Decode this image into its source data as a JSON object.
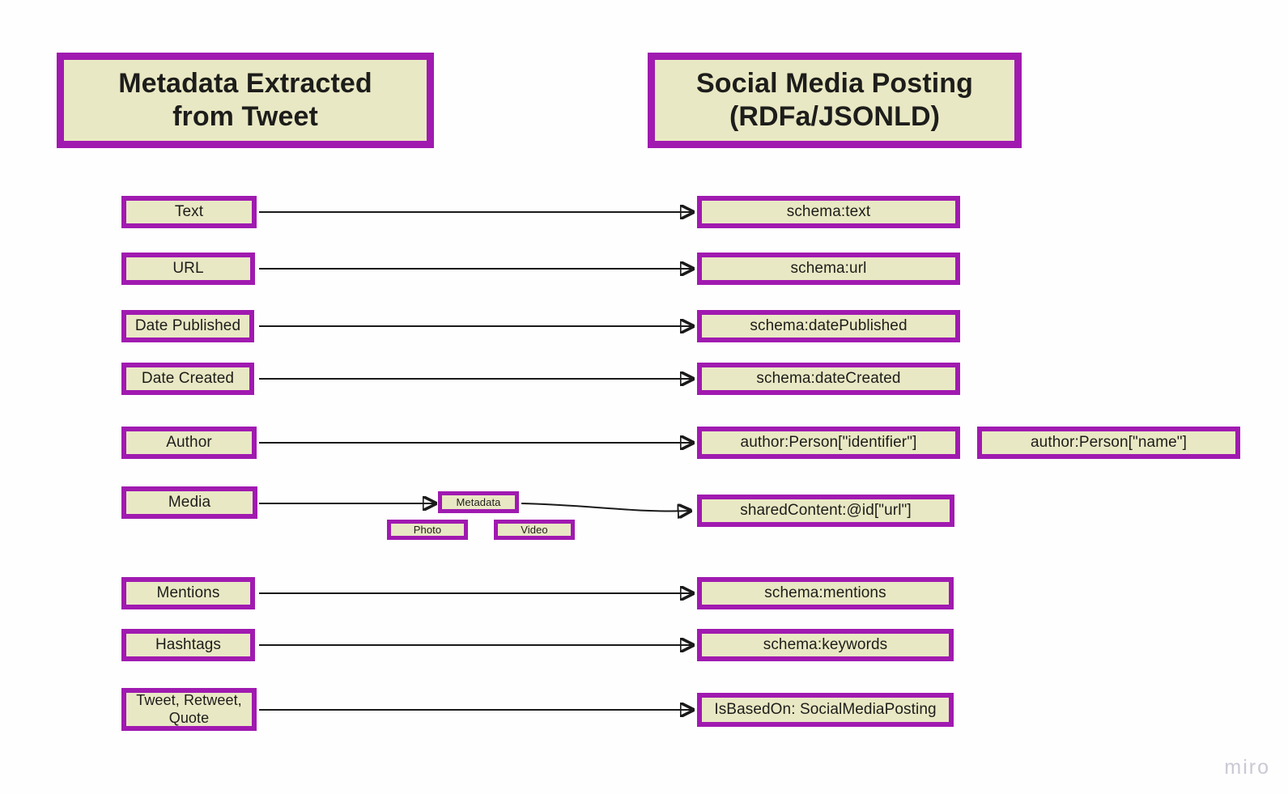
{
  "diagram": {
    "title_left": "Metadata Extracted\nfrom Tweet",
    "title_right": "Social Media Posting\n(RDFa/JSONLD)",
    "background_color": "#fefefe",
    "node_fill_color": "#e9e8c4",
    "node_border_color": "#a01ab0",
    "text_color": "#1d1d1b",
    "connector_color": "#1a1a1a"
  },
  "headers": {
    "left": {
      "line1": "Metadata Extracted",
      "line2": "from Tweet"
    },
    "right": {
      "line1": "Social Media Posting",
      "line2": "(RDFa/JSONLD)"
    }
  },
  "left_column": [
    {
      "id": "text",
      "label": "Text"
    },
    {
      "id": "url",
      "label": "URL"
    },
    {
      "id": "datepub",
      "label": "Date Published"
    },
    {
      "id": "datecre",
      "label": "Date Created"
    },
    {
      "id": "author",
      "label": "Author"
    },
    {
      "id": "media",
      "label": "Media"
    },
    {
      "id": "mentions",
      "label": "Mentions"
    },
    {
      "id": "hashtags",
      "label": "Hashtags"
    },
    {
      "id": "tweet",
      "label_line1": "Tweet, Retweet,",
      "label_line2": "Quote"
    }
  ],
  "middle_column": [
    {
      "id": "metadata",
      "label": "Metadata"
    },
    {
      "id": "photo",
      "label": "Photo"
    },
    {
      "id": "video",
      "label": "Video"
    }
  ],
  "right_column": [
    {
      "id": "schema_text",
      "label": "schema:text"
    },
    {
      "id": "schema_url",
      "label": "schema:url"
    },
    {
      "id": "schema_datepub",
      "label": "schema:datePublished"
    },
    {
      "id": "schema_datecre",
      "label": "schema:dateCreated"
    },
    {
      "id": "author_id",
      "label": "author:Person[\"identifier\"]"
    },
    {
      "id": "author_name",
      "label": "author:Person[\"name\"]"
    },
    {
      "id": "shared_content",
      "label": "sharedContent:@id[\"url\"]"
    },
    {
      "id": "schema_mentions",
      "label": "schema:mentions"
    },
    {
      "id": "schema_keywords",
      "label": "schema:keywords"
    },
    {
      "id": "isbasedon",
      "label": "IsBasedOn: SocialMediaPosting"
    }
  ],
  "watermark": {
    "label": "miro"
  }
}
